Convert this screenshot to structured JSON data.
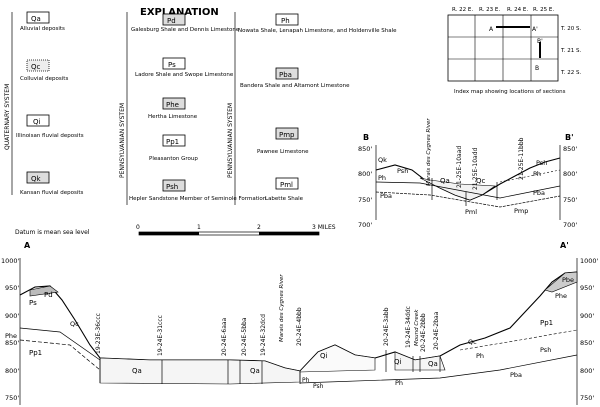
{
  "explanation": {
    "title": "EXPLANATION",
    "systems": {
      "quaternary": "QUATERNARY SYSTEM",
      "pennsylvanian_a": "PENNSYLVANIAN SYSTEM",
      "pennsylvanian_b": "PENNSYLVANIAN SYSTEM"
    },
    "units": [
      {
        "code": "Qa",
        "label": "Alluvial deposits"
      },
      {
        "code": "Qc",
        "label": "Colluvial deposits"
      },
      {
        "code": "Qi",
        "label": "Illinoisan fluvial deposits"
      },
      {
        "code": "Qk",
        "label": "Kansan fluvial deposits"
      },
      {
        "code": "Pd",
        "label": "Galesburg Shale and Dennis Limestone"
      },
      {
        "code": "Ps",
        "label": "Ladore Shale and Swope Limestone"
      },
      {
        "code": "Phe",
        "label": "Hertha Limestone"
      },
      {
        "code": "Pp1",
        "label": "Pleasanton Group"
      },
      {
        "code": "Psh",
        "label": "Hepler Sandstone Member of Seminole Formation"
      },
      {
        "code": "Ph",
        "label": "Nowata Shale, Lenapah Limestone, and Holdenville Shale"
      },
      {
        "code": "Pba",
        "label": "Bandera Shale and Altamont Limestone"
      },
      {
        "code": "Pmp",
        "label": "Pawnee Limestone"
      },
      {
        "code": "Pml",
        "label": "Labette Shale"
      }
    ]
  },
  "index_map": {
    "ranges": [
      "R. 22 E.",
      "R. 23 E.",
      "R. 24 E.",
      "R. 25 E."
    ],
    "townships": [
      "T. 20 S.",
      "T. 21 S.",
      "T. 22 S."
    ],
    "section_marks": [
      "A",
      "A'",
      "B",
      "B'"
    ],
    "caption": "Index map showing locations of sections"
  },
  "scale": {
    "ticks": [
      "0",
      "1",
      "2",
      "3 MILES"
    ]
  },
  "datum": "Datum is mean sea level",
  "section_b": {
    "left_label": "B",
    "right_label": "B'",
    "elevations": [
      "850'",
      "800'",
      "750'",
      "700'"
    ],
    "wells": [
      "21-25E-10aad",
      "21-25E-10add",
      "21-25E-11bbb"
    ],
    "river": "Marais des Cygnes River",
    "units": [
      "Qk",
      "Ph",
      "Psh",
      "Pba",
      "Qa",
      "Qc",
      "Pml",
      "Pmp",
      "Ph",
      "Pba",
      "Psh"
    ]
  },
  "section_a": {
    "left_label": "A",
    "right_label": "A'",
    "elevations_left": [
      "1000'",
      "950'",
      "900'",
      "850'",
      "800'",
      "750'"
    ],
    "elevations_right": [
      "1000'",
      "950'",
      "900'",
      "850'",
      "800'",
      "750'"
    ],
    "wells": [
      "19-23E-36ccc",
      "19-24E-31ccc",
      "20-24E-6aaa",
      "20-24E-5bba",
      "19-24E-32dcd",
      "20-24E-4bbb",
      "20-24E-3abb",
      "19-24E-34ddc",
      "20-24E-2bbb",
      "20-24E-2baa"
    ],
    "river1": "Marais des Cygnes River",
    "river2": "Mound Creek",
    "units": [
      "Pd",
      "Ps",
      "Phe",
      "Qc",
      "Pp1",
      "Qa",
      "Qa",
      "Ph",
      "Psh",
      "Qi",
      "Qi",
      "Ph",
      "Qa",
      "Qc",
      "Ph",
      "Pba",
      "Pp1",
      "Psh",
      "Pbe",
      "Phe"
    ]
  }
}
